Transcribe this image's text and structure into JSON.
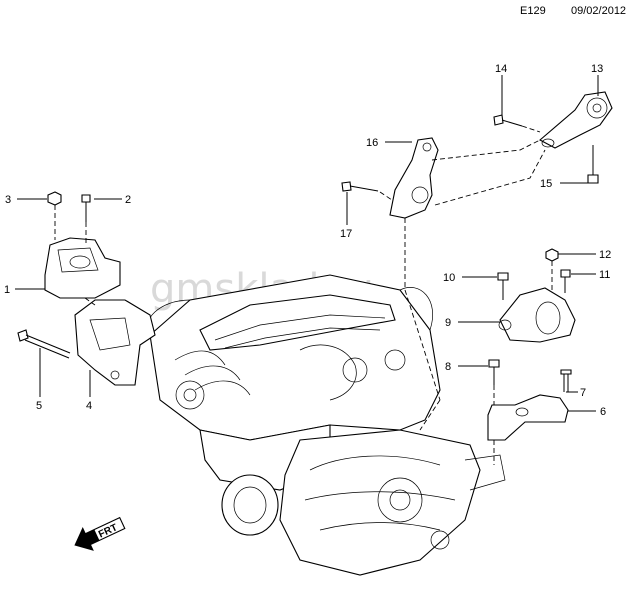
{
  "header": {
    "diagram_code": "E129",
    "date": "09/02/2012"
  },
  "watermark": "gmsklad.ru",
  "direction_marker": "FRT",
  "callouts": [
    "1",
    "2",
    "3",
    "4",
    "5",
    "6",
    "7",
    "8",
    "9",
    "10",
    "11",
    "12",
    "13",
    "14",
    "15",
    "16",
    "17"
  ],
  "colors": {
    "line": "#000000",
    "watermark": "#d9d9d9",
    "background": "#ffffff"
  }
}
